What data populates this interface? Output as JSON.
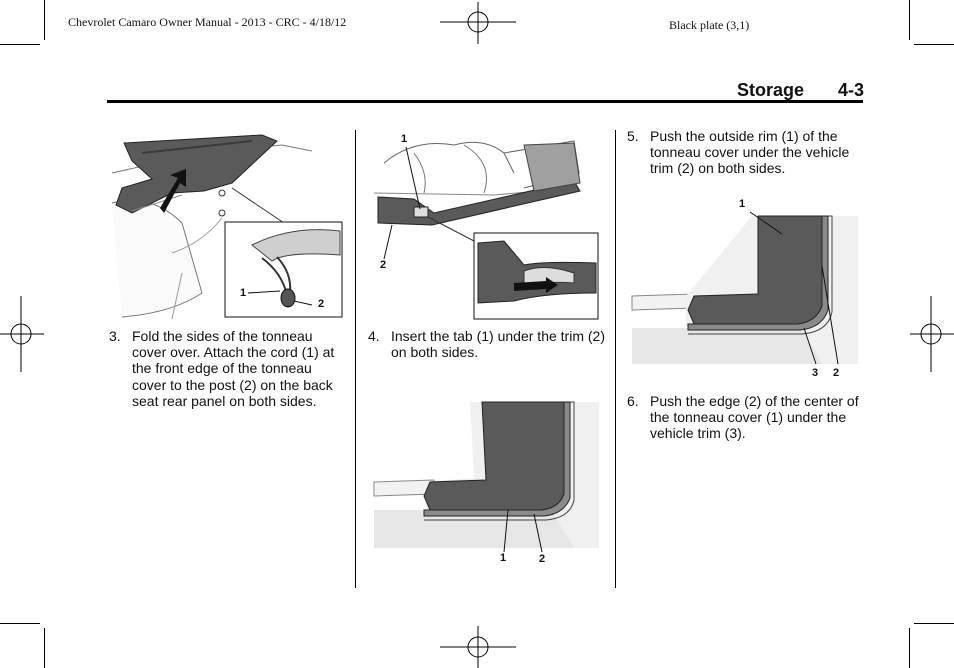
{
  "header": {
    "left": "Chevrolet Camaro Owner Manual - 2013 - CRC - 4/18/12",
    "right": "Black plate (3,1)"
  },
  "section": {
    "title": "Storage",
    "page": "4-3"
  },
  "steps": [
    {
      "number": "3.",
      "text": "Fold the sides of the tonneau cover over. Attach the cord (1) at the front edge of the tonneau cover to the post (2) on the back seat rear panel on both sides."
    },
    {
      "number": "4.",
      "text": "Insert the tab (1) under the trim (2) on both sides."
    },
    {
      "number": "5.",
      "text": "Push the outside rim (1) of the tonneau cover under the vehicle trim (2) on both sides."
    },
    {
      "number": "6.",
      "text": "Push the edge (2) of the center of the tonneau cover (1) under the vehicle trim (3)."
    }
  ],
  "figures": {
    "fig_fold": {
      "callouts": [
        "1",
        "2"
      ]
    },
    "fig_tab": {
      "callouts": [
        "1",
        "2"
      ]
    },
    "fig_rim": {
      "callouts": [
        "1",
        "2"
      ]
    },
    "fig_edge": {
      "callouts": [
        "1",
        "3",
        "2"
      ]
    }
  },
  "colors": {
    "ink": "#111111",
    "cover": "#5a5a5a",
    "trim": "#8a8a8a",
    "panel": "#e6e6e6"
  }
}
